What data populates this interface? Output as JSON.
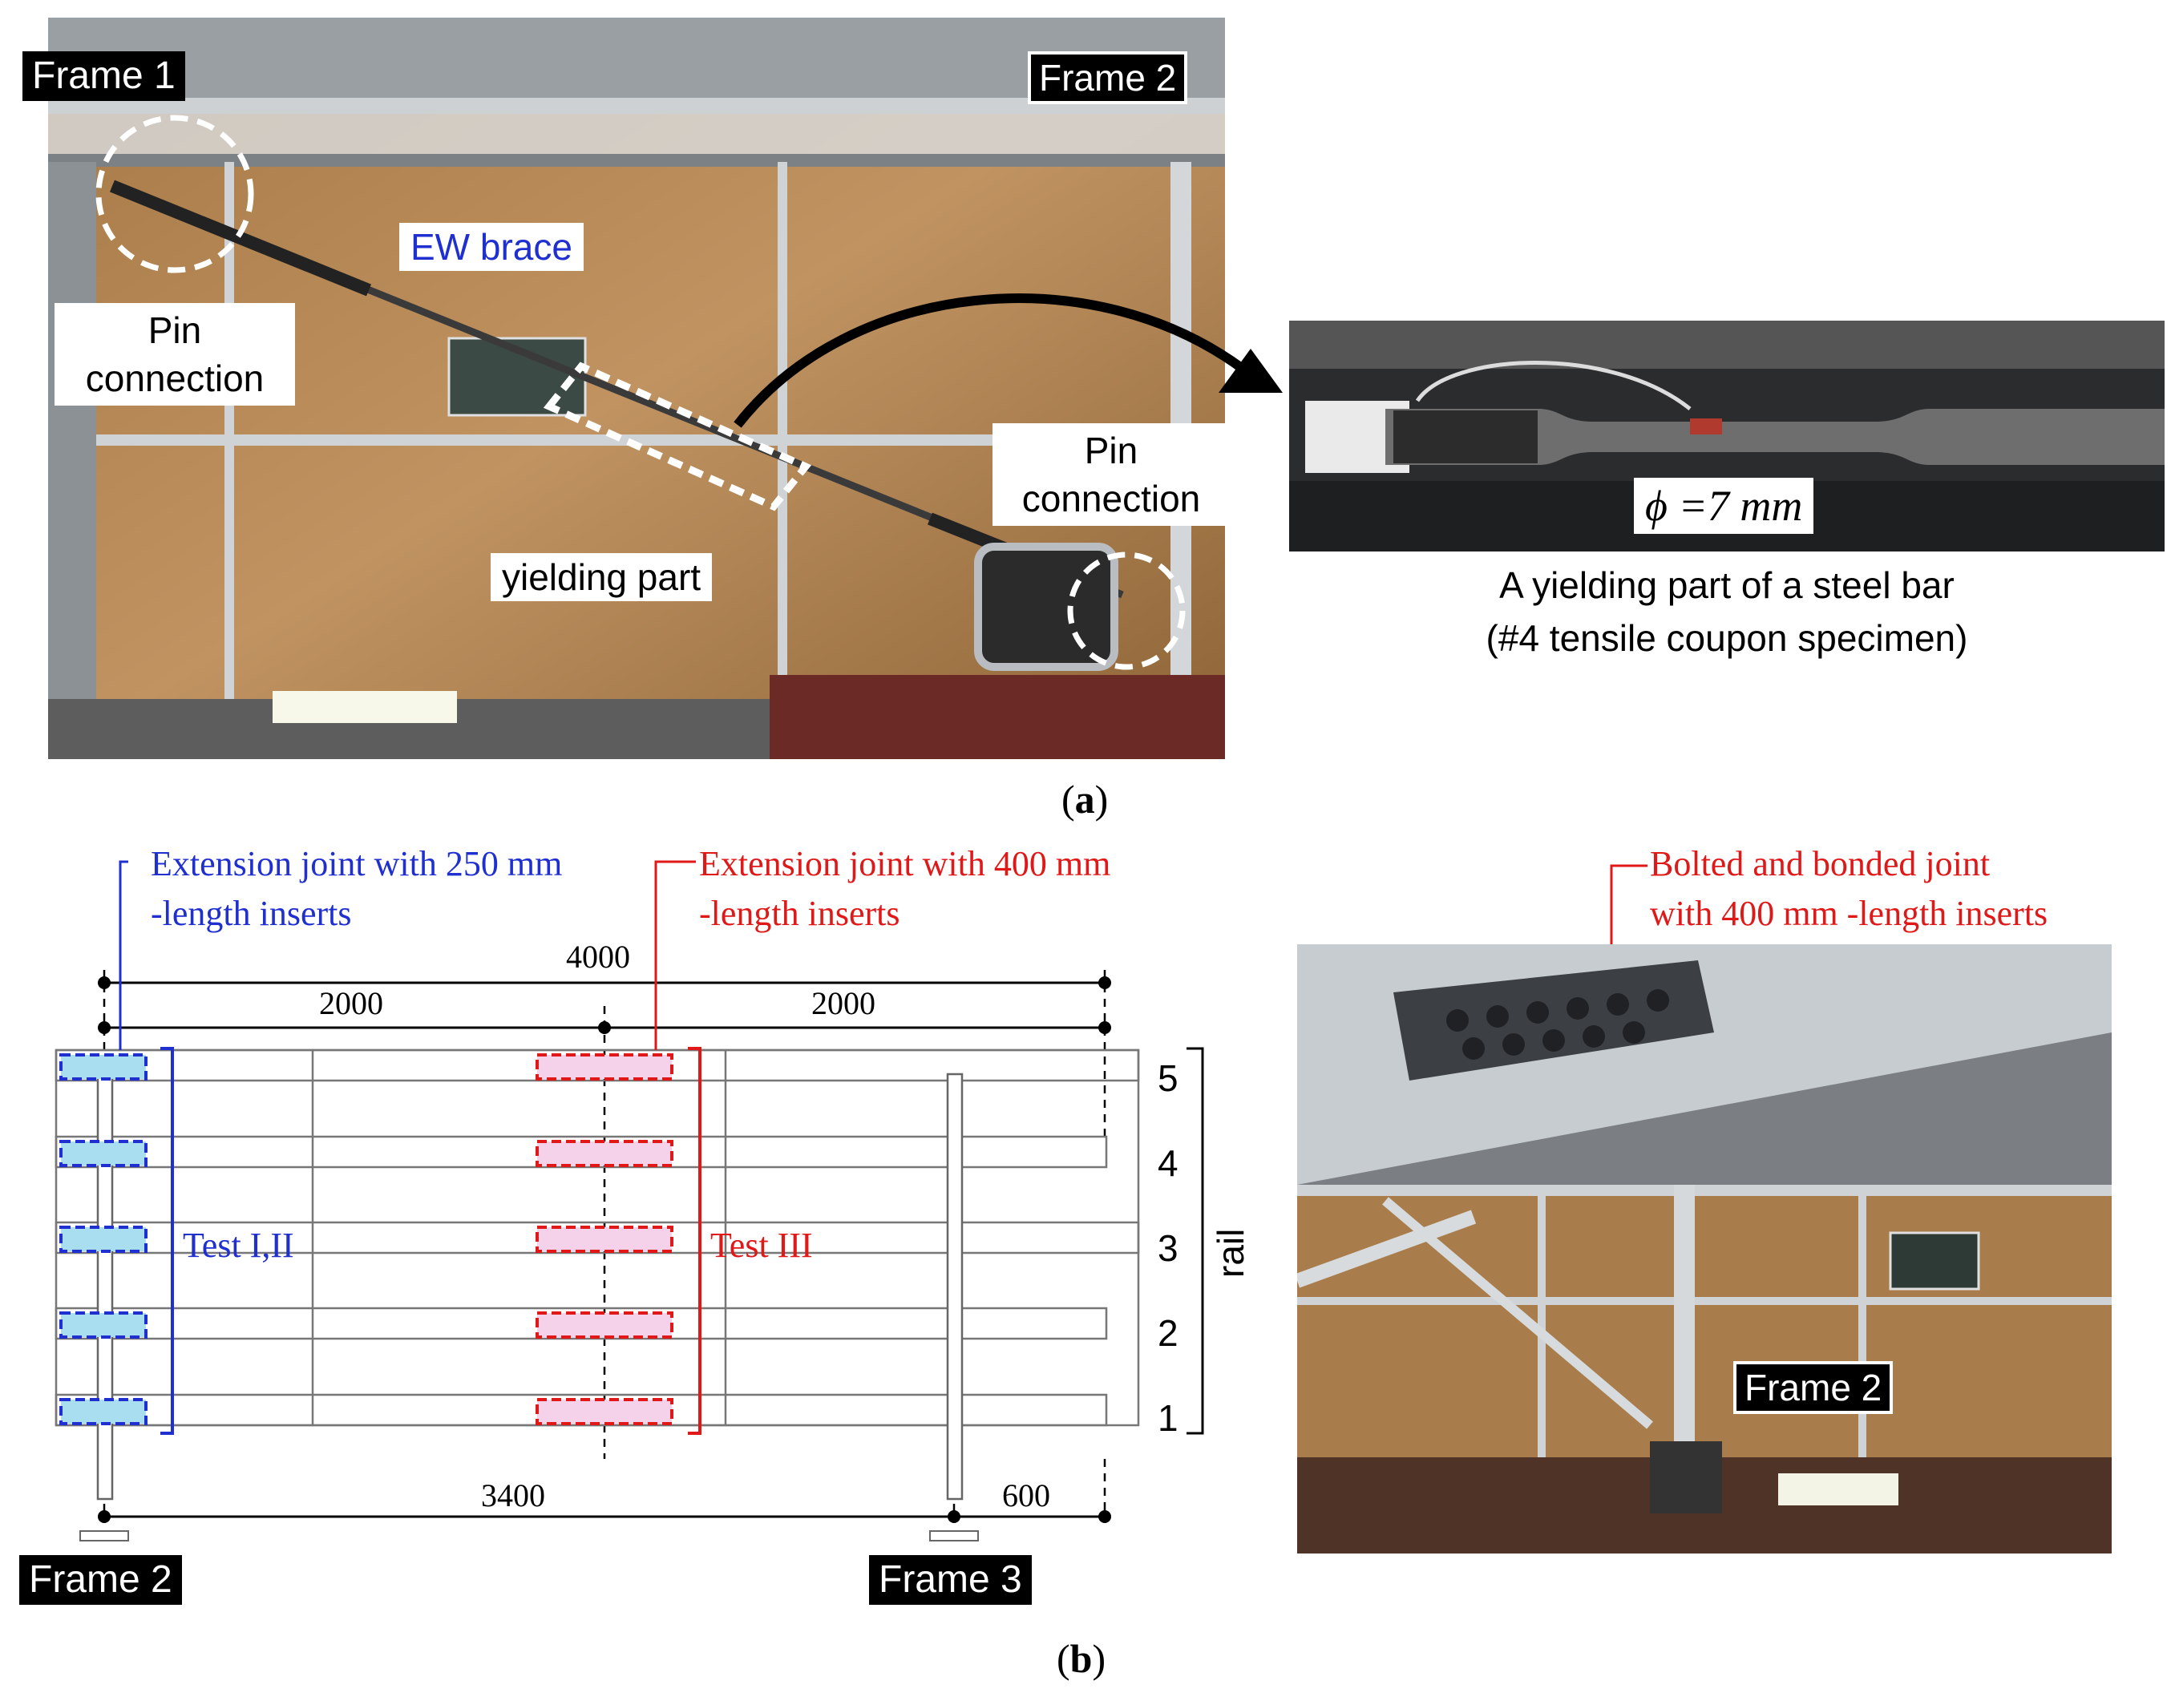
{
  "panel_a": {
    "frame1_label": "Frame 1",
    "frame2_label": "Frame 2",
    "ew_brace_label": "EW brace",
    "pin_left_line1": "Pin",
    "pin_left_line2": "connection",
    "pin_right_line1": "Pin",
    "pin_right_line2": "connection",
    "yielding_label": "yielding part",
    "phi_label": "ϕ =7 mm",
    "inset_caption_line1": "A yielding part of a steel bar",
    "inset_caption_line2": "(#4 tensile coupon specimen)",
    "caption_open": "(",
    "caption_letter": "a",
    "caption_close": ")"
  },
  "panel_b": {
    "joint_blue_line1": "Extension joint with 250 mm",
    "joint_blue_line2": "-length inserts",
    "joint_red_line1": "Extension joint with 400 mm",
    "joint_red_line2": "-length inserts",
    "dim_total": "4000",
    "dim_left": "2000",
    "dim_right": "2000",
    "dim_bottom_left": "3400",
    "dim_bottom_right": "600",
    "rail_numbers": [
      "5",
      "4",
      "3",
      "2",
      "1"
    ],
    "rail_label": "rail",
    "test_blue": "Test I,II",
    "test_red": "Test III",
    "frame2_label": "Frame 2",
    "frame3_label": "Frame 3",
    "bolted_line1": "Bolted and bonded joint",
    "bolted_line2": "with 400 mm -length inserts",
    "photo_frame2_label": "Frame 2",
    "caption_open": "(",
    "caption_letter": "b",
    "caption_close": ")"
  },
  "colors": {
    "blue": "#1f2fd0",
    "red": "#e01818",
    "plywood": "#b98a4f",
    "steel": "#4a4a4a"
  }
}
